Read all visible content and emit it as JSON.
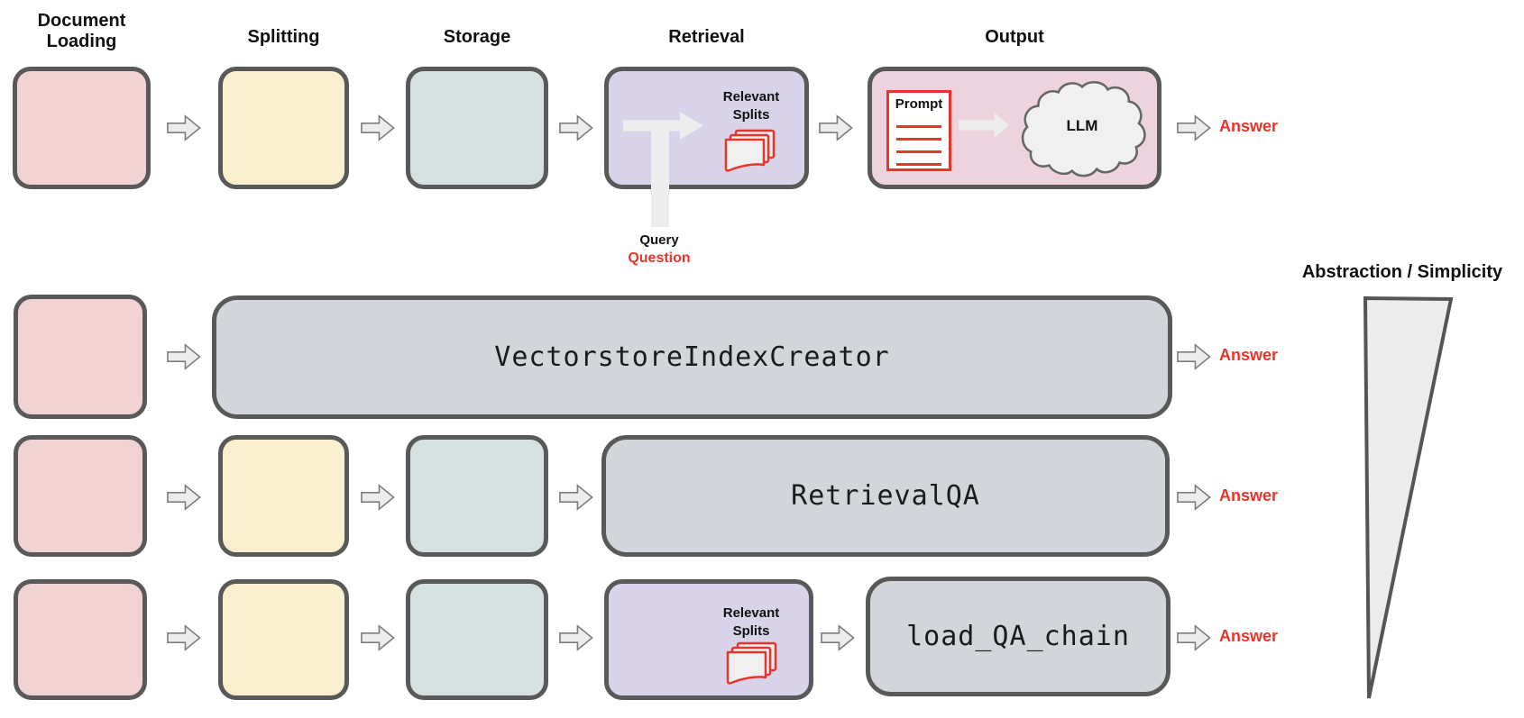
{
  "stages": {
    "document_loading": "Document Loading",
    "splitting": "Splitting",
    "storage": "Storage",
    "retrieval": "Retrieval",
    "output": "Output"
  },
  "retrieval": {
    "relevant_splits": "Relevant Splits",
    "query": "Query",
    "question": "Question"
  },
  "output": {
    "prompt": "Prompt",
    "llm": "LLM"
  },
  "answers": [
    "Answer",
    "Answer",
    "Answer",
    "Answer"
  ],
  "abstraction_boxes": {
    "vectorstore_index_creator": "VectorstoreIndexCreator",
    "retrieval_qa": "RetrievalQA",
    "load_qa_chain": "load_QA_chain"
  },
  "axis": {
    "title": "Abstraction / Simplicity"
  },
  "colors": {
    "red": "#e8352b",
    "box_border": "#595959",
    "pink": "#f1d2d3",
    "yellow": "#f9efce",
    "blue_gray": "#d5e0e0",
    "purple": "#d8d3e8",
    "rose": "#ecd3dd",
    "gray_box": "#d2d5da",
    "arrow_fill": "#ececec",
    "arrow_stroke": "#7d7d7d",
    "inner_arrow": "#ededed",
    "triangle_fill": "#ececec",
    "triangle_stroke": "#555555"
  }
}
